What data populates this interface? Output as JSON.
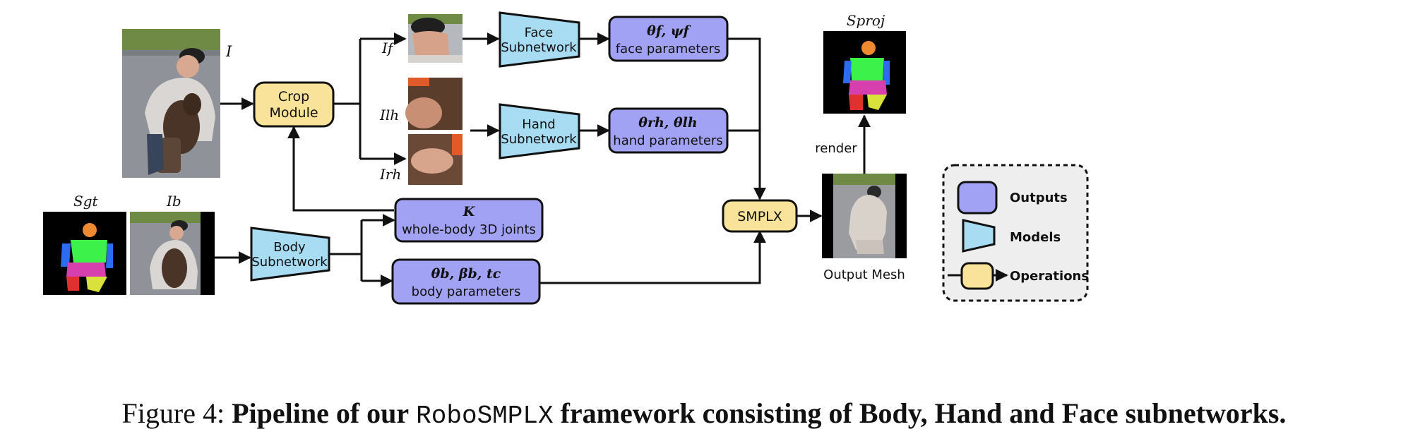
{
  "diagram": {
    "nodes": {
      "crop": [
        "Crop",
        "Module"
      ],
      "face": [
        "Face",
        "Subnetwork"
      ],
      "hand": [
        "Hand",
        "Subnetwork"
      ],
      "body": [
        "Body",
        "Subnetwork"
      ],
      "smplx": "SMPLX"
    },
    "outputs": {
      "face": {
        "symbols": "θf, ψf",
        "label": "face parameters"
      },
      "hand": {
        "symbols": "θrh, θlh",
        "label": "hand parameters"
      },
      "joints": {
        "symbols": "K",
        "label": "whole-body 3D joints"
      },
      "body": {
        "symbols": "θb, βb, tc",
        "label": "body parameters"
      }
    },
    "images": {
      "input": "I",
      "face_crop": "If",
      "left_hand": "Ilh",
      "right_hand": "Irh",
      "gt_seg": "Sgt",
      "body_input": "Ib",
      "projection": "Sproj",
      "output_mesh": "Output Mesh"
    },
    "edge_labels": {
      "render": "render"
    },
    "legend": {
      "outputs": "Outputs",
      "models": "Models",
      "operations": "Operations"
    },
    "colors": {
      "output": "#a2a2f4",
      "model": "#a8dcf3",
      "operation": "#f9e39a",
      "legend_bg": "#eeeeee",
      "stroke": "#111111"
    }
  },
  "caption": {
    "prefix": "Figure 4:",
    "bold_1": "Pipeline of our",
    "mono": "RoboSMPLX",
    "bold_2": "framework consisting of Body, Hand and Face subnetworks."
  }
}
